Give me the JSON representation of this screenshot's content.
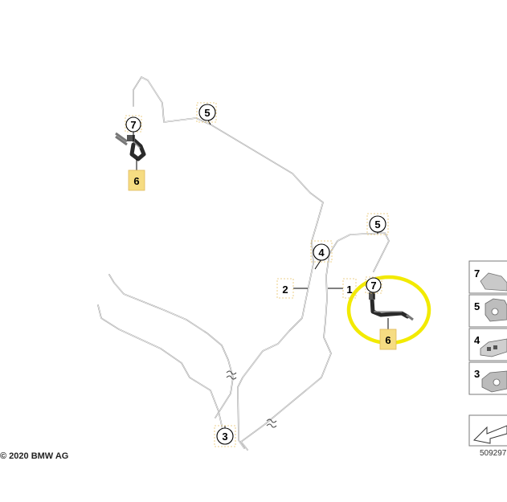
{
  "diagram": {
    "labels": {
      "part1": "1",
      "part2": "2",
      "part3": "3",
      "part4": "4",
      "part5_top": "5",
      "part5_right": "5",
      "part6_left": "6",
      "part6_right": "6",
      "part7_left": "7",
      "part7_right": "7"
    },
    "copyright": "© 2020 BMW AG",
    "legend": {
      "items": [
        "7",
        "5",
        "4",
        "3"
      ],
      "diagram_number": "509297"
    },
    "highlight_color": "#f2ea00",
    "part_box_color": "#f6dc82"
  }
}
